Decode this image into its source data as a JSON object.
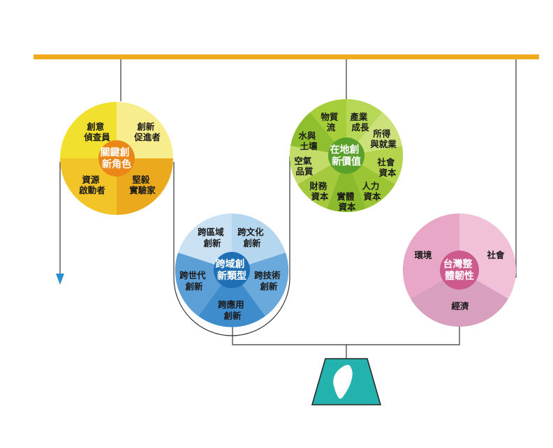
{
  "colors": {
    "top_bar": "#f0aa1e",
    "connector": "#333333",
    "arrow": "#2a8fd0",
    "base_fill": "#23b2ad",
    "base_stroke": "#222222",
    "taiwan": "#ffffff"
  },
  "roles": {
    "center": [
      "關鍵創",
      "新角色"
    ],
    "segments": [
      {
        "lines": [
          "創意",
          "偵查員"
        ]
      },
      {
        "lines": [
          "創新",
          "促進者"
        ]
      },
      {
        "lines": [
          "堅毅",
          "實驗家"
        ]
      },
      {
        "lines": [
          "資源",
          "啟動者"
        ]
      }
    ],
    "colors": {
      "top_left": "#f1e12e",
      "top_right": "#f7ed8c",
      "bottom_left": "#f2c428",
      "bottom_right": "#ebaa1e",
      "center": "#ea8717"
    }
  },
  "types": {
    "center": [
      "跨域創",
      "新類型"
    ],
    "segments": [
      {
        "lines": [
          "跨區域",
          "創新"
        ]
      },
      {
        "lines": [
          "跨文化",
          "創新"
        ]
      },
      {
        "lines": [
          "跨技術",
          "創新"
        ]
      },
      {
        "lines": [
          "跨應用",
          "創新"
        ]
      },
      {
        "lines": [
          "跨世代",
          "創新"
        ]
      }
    ],
    "colors": {
      "seg_0": "#c9e1f3",
      "seg_1": "#b5d6ef",
      "seg_2": "#6aa9db",
      "seg_3": "#3f8ccc",
      "seg_4": "#5b9fd6",
      "center": "#1f6fb5"
    }
  },
  "values": {
    "center": [
      "在地創",
      "新價值"
    ],
    "segments": [
      {
        "lines": [
          "物質",
          "流"
        ]
      },
      {
        "lines": [
          "產業",
          "成長"
        ]
      },
      {
        "lines": [
          "所得",
          "與就業"
        ]
      },
      {
        "lines": [
          "社會",
          "資本"
        ]
      },
      {
        "lines": [
          "人力",
          "資本"
        ]
      },
      {
        "lines": [
          "實體",
          "資本"
        ]
      },
      {
        "lines": [
          "財務",
          "資本"
        ]
      },
      {
        "lines": [
          "空氣",
          "品質"
        ]
      },
      {
        "lines": [
          "水與",
          "土壤"
        ]
      }
    ],
    "colors": {
      "seg_0": "#a6ce39",
      "seg_1": "#b7d756",
      "seg_2": "#cde17b",
      "seg_3": "#b3d44c",
      "seg_4": "#9bc532",
      "seg_5": "#8bbb2c",
      "seg_6": "#a4c93c",
      "seg_7": "#c3dc69",
      "seg_8": "#8fbf2e",
      "center": "#5aa12b"
    }
  },
  "resilience": {
    "center": [
      "台灣整",
      "體韌性"
    ],
    "segments": [
      {
        "lines": [
          "環境"
        ]
      },
      {
        "lines": [
          "社會"
        ]
      },
      {
        "lines": [
          "經濟"
        ]
      }
    ],
    "colors": {
      "seg_0": "#e8a7c7",
      "seg_1": "#f0c1d7",
      "seg_2": "#d99fbf",
      "center": "#cc5a8d"
    }
  }
}
